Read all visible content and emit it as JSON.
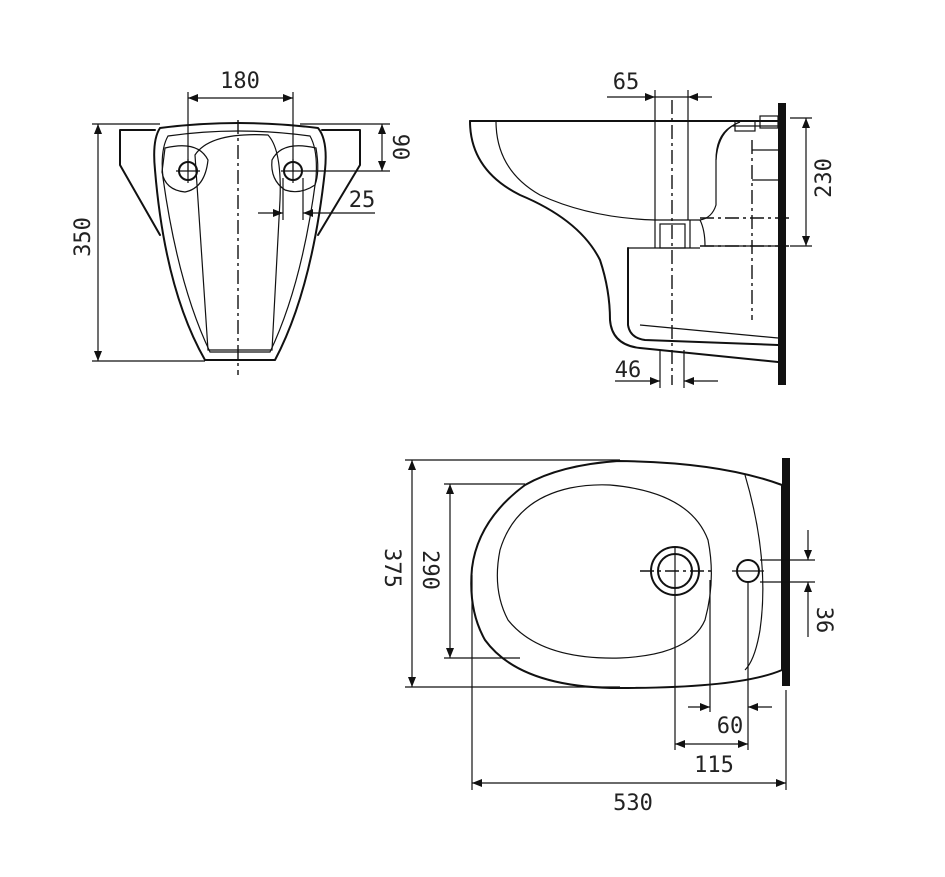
{
  "dimensions": {
    "front_180": "180",
    "front_90": "90",
    "front_25": "25",
    "front_350": "350",
    "side_65": "65",
    "side_230": "230",
    "side_46": "46",
    "top_375": "375",
    "top_290": "290",
    "top_36": "36",
    "top_60": "60",
    "top_115": "115",
    "top_530": "530"
  },
  "colors": {
    "line": "#111111",
    "background": "#ffffff"
  }
}
